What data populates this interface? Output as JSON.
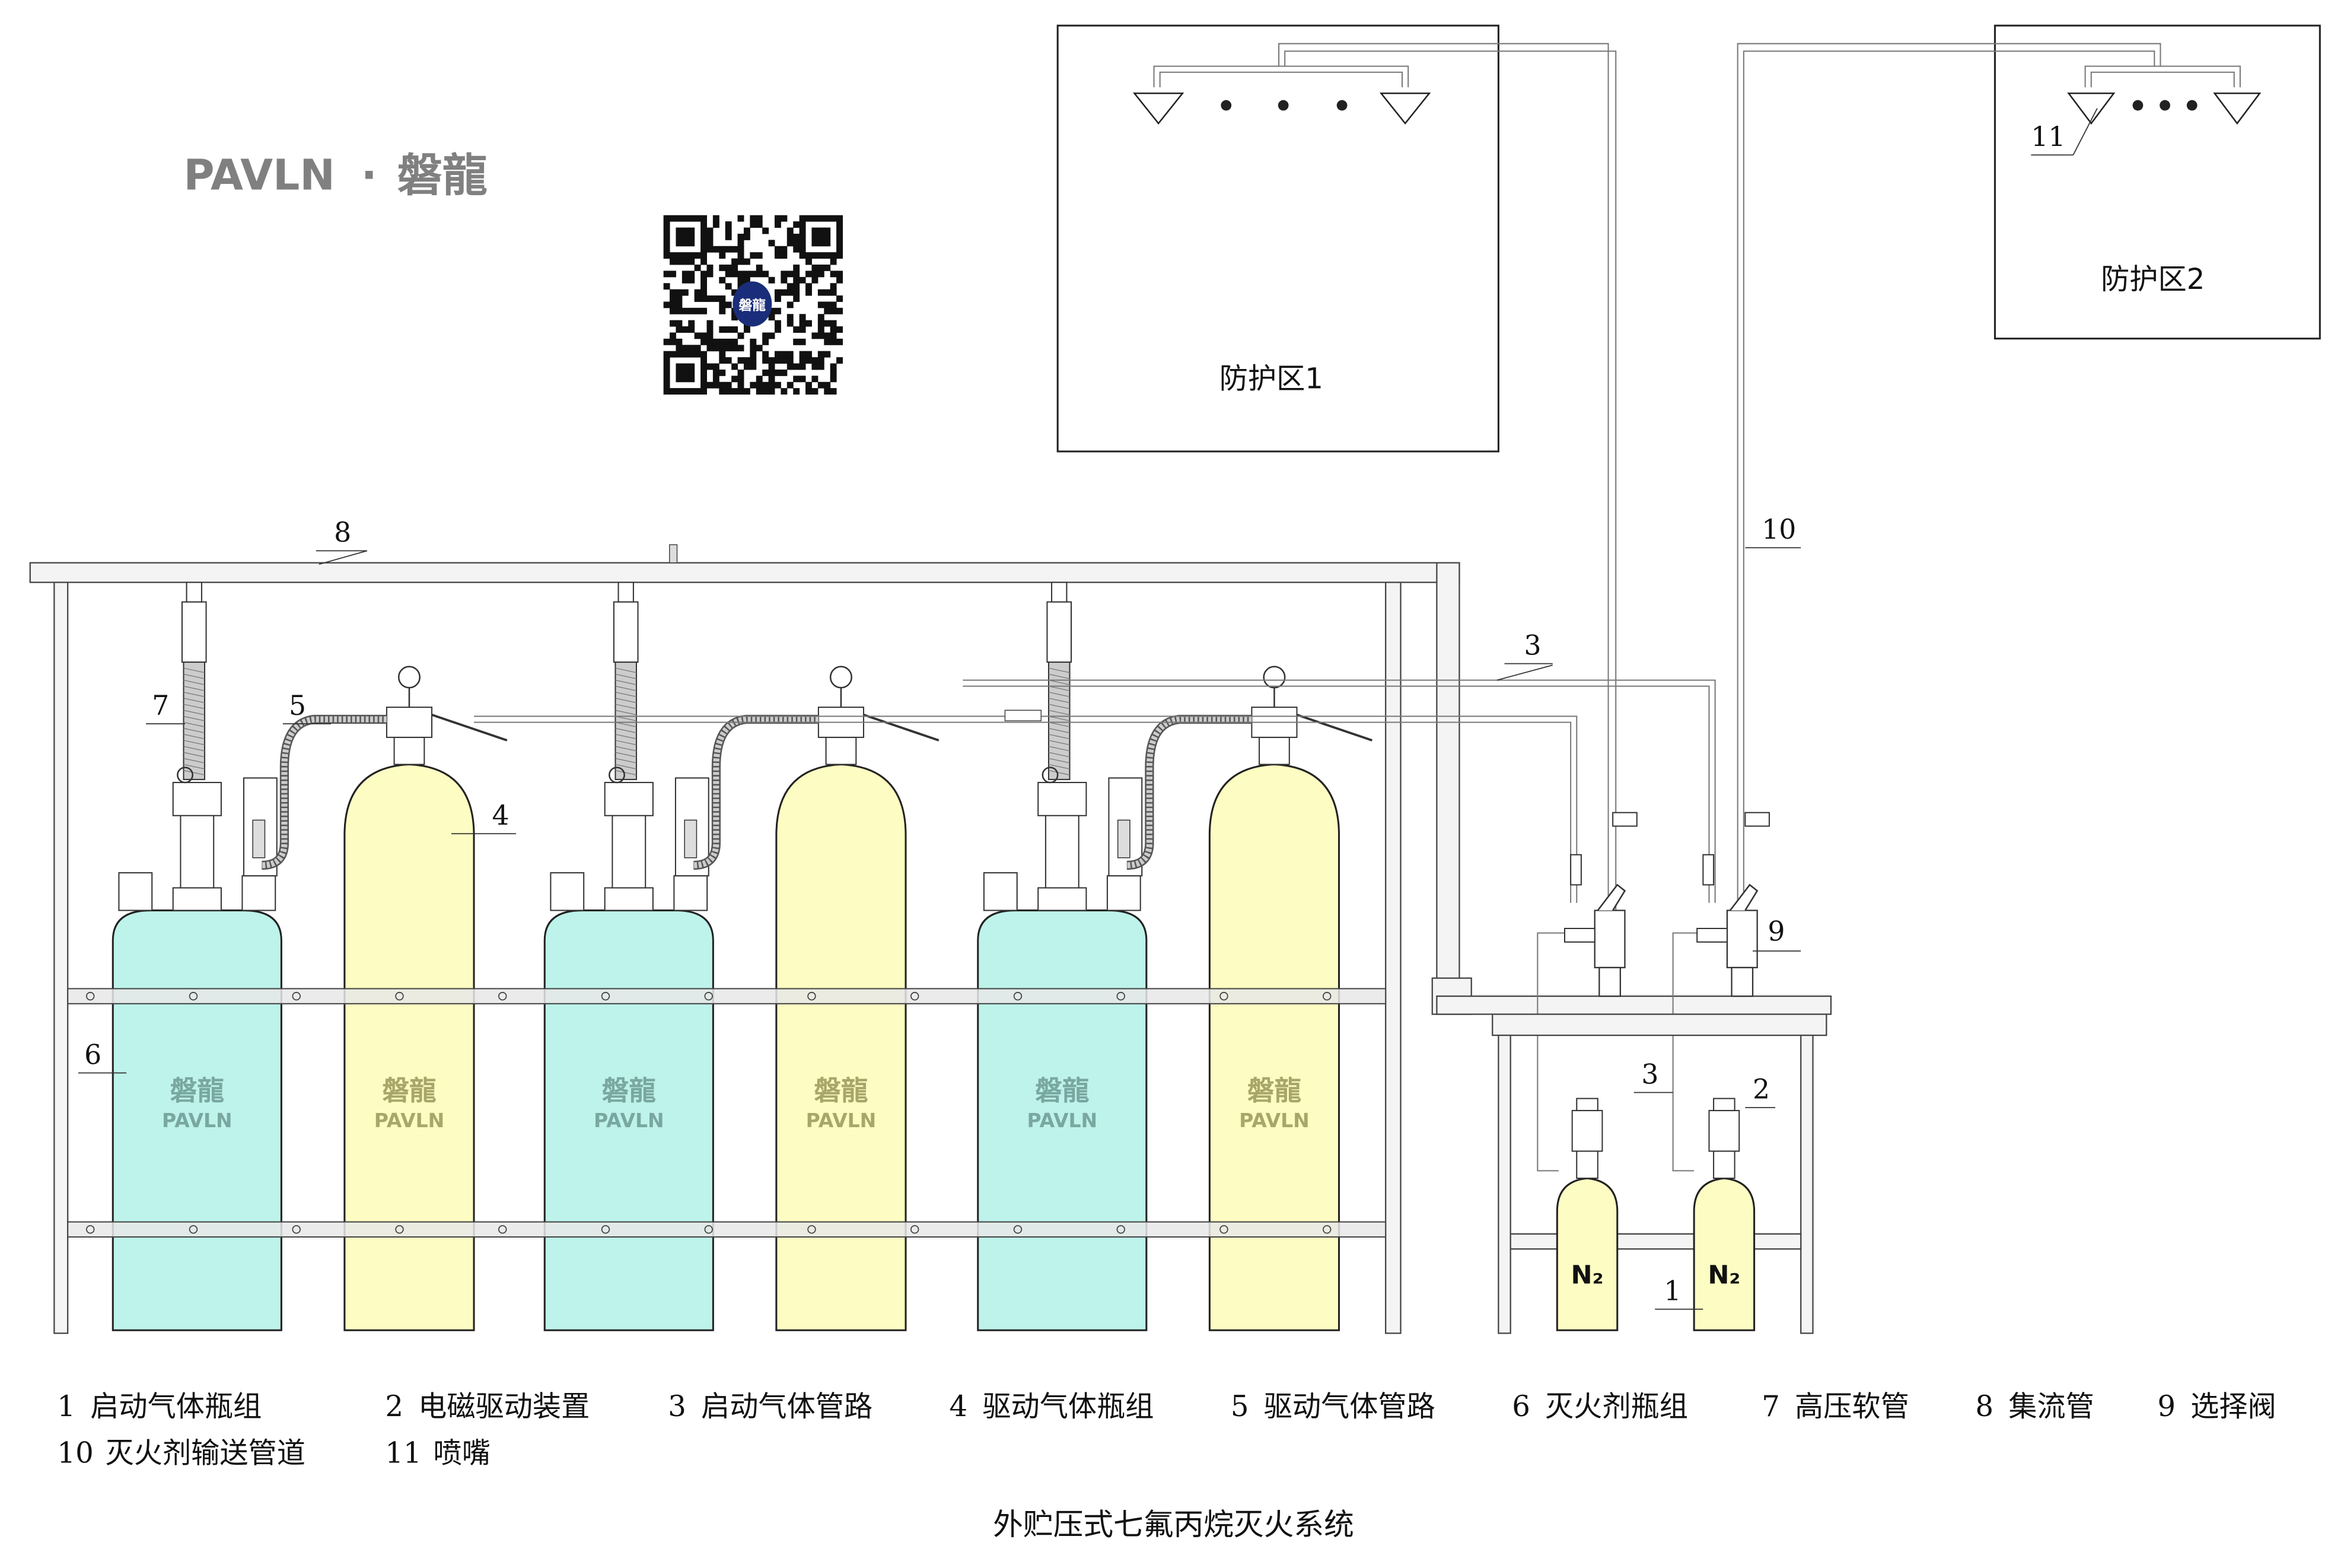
{
  "logo": {
    "text_en": "PAVLN",
    "separator": "·",
    "text_cn": "磐龍",
    "color": "#808080"
  },
  "qr_code": {
    "center_text": "磐龍",
    "center_color": "#1a2d7a"
  },
  "zones": [
    {
      "label": "防护区1"
    },
    {
      "label": "防护区2"
    }
  ],
  "cylinder_brand": {
    "cn": "磐龍",
    "en": "PAVLN"
  },
  "n2_label": "N₂",
  "colors": {
    "agent_cylinder": "#bdf3ea",
    "drive_cylinder": "#fdfcc2",
    "n2_cylinder": "#fdfcc2"
  },
  "callouts": {
    "c1": "1",
    "c2": "2",
    "c3a": "3",
    "c3b": "3",
    "c4": "4",
    "c5": "5",
    "c6": "6",
    "c7": "7",
    "c8": "8",
    "c9": "9",
    "c10": "10",
    "c11": "11"
  },
  "legend": [
    {
      "num": "1",
      "text": "启动气体瓶组"
    },
    {
      "num": "2",
      "text": "电磁驱动装置"
    },
    {
      "num": "3",
      "text": "启动气体管路"
    },
    {
      "num": "4",
      "text": "驱动气体瓶组"
    },
    {
      "num": "5",
      "text": "驱动气体管路"
    },
    {
      "num": "6",
      "text": "灭火剂瓶组"
    },
    {
      "num": "7",
      "text": "高压软管"
    },
    {
      "num": "8",
      "text": "集流管"
    },
    {
      "num": "9",
      "text": "选择阀"
    },
    {
      "num": "10",
      "text": "灭火剂输送管道"
    },
    {
      "num": "11",
      "text": "喷嘴"
    }
  ],
  "title": "外贮压式七氟丙烷灭火系统"
}
